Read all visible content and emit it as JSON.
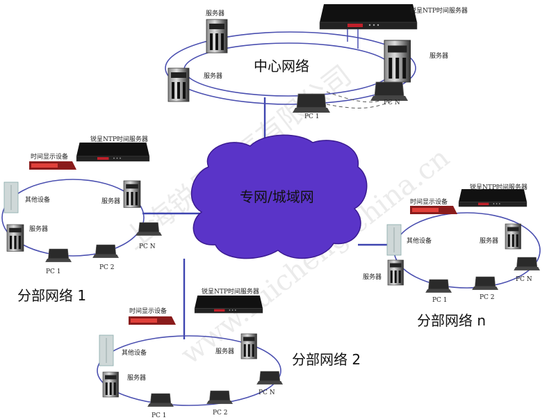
{
  "center": {
    "title": "中心网络",
    "server_label": "服务器",
    "ntp_label": "锐呈NTP时间服务器",
    "pc1": "PC 1",
    "pcn": "PC N"
  },
  "cloud": {
    "title": "专网/城域网",
    "color": "#5a34c8"
  },
  "branch1": {
    "title": "分部网络 1",
    "ntp_label": "锐呈NTP时间服务器",
    "display_label": "时间显示设备",
    "other_label": "其他设备",
    "server_label": "服务器",
    "pc1": "PC 1",
    "pc2": "PC 2",
    "pcn": "PC N"
  },
  "branch2": {
    "title": "分部网络 2",
    "ntp_label": "锐呈NTP时间服务器",
    "display_label": "时间显示设备",
    "other_label": "其他设备",
    "server_label": "服务器",
    "pc1": "PC 1",
    "pc2": "PC 2",
    "pcn": "PC N"
  },
  "branchn": {
    "title": "分部网络 n",
    "ntp_label": "锐呈NTP时间服务器",
    "display_label": "时间显示设备",
    "other_label": "其他设备",
    "server_label": "服务器",
    "pc1": "PC 1",
    "pc2": "PC 2",
    "pcn": "PC N"
  },
  "watermark": {
    "company": "上海锐呈电气有限公司",
    "url": "www.ruicheng-china.cn"
  }
}
